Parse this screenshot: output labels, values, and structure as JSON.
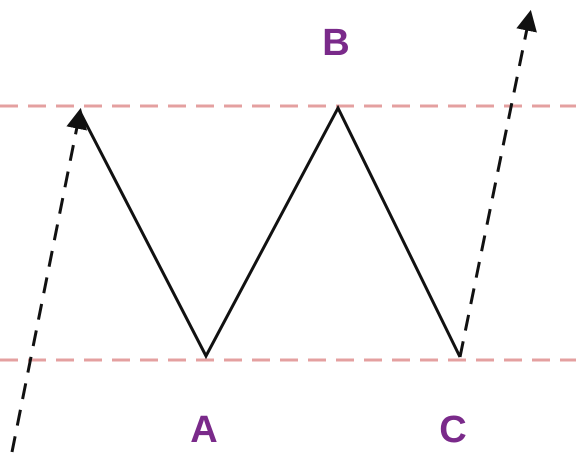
{
  "labels": {
    "b": "B",
    "a": "A",
    "c": "C"
  },
  "colors": {
    "label": "#7a2a8a",
    "guide_line": "#e4a0a0",
    "pattern_line": "#111111",
    "arrow_line": "#111111",
    "background": "#ffffff"
  }
}
